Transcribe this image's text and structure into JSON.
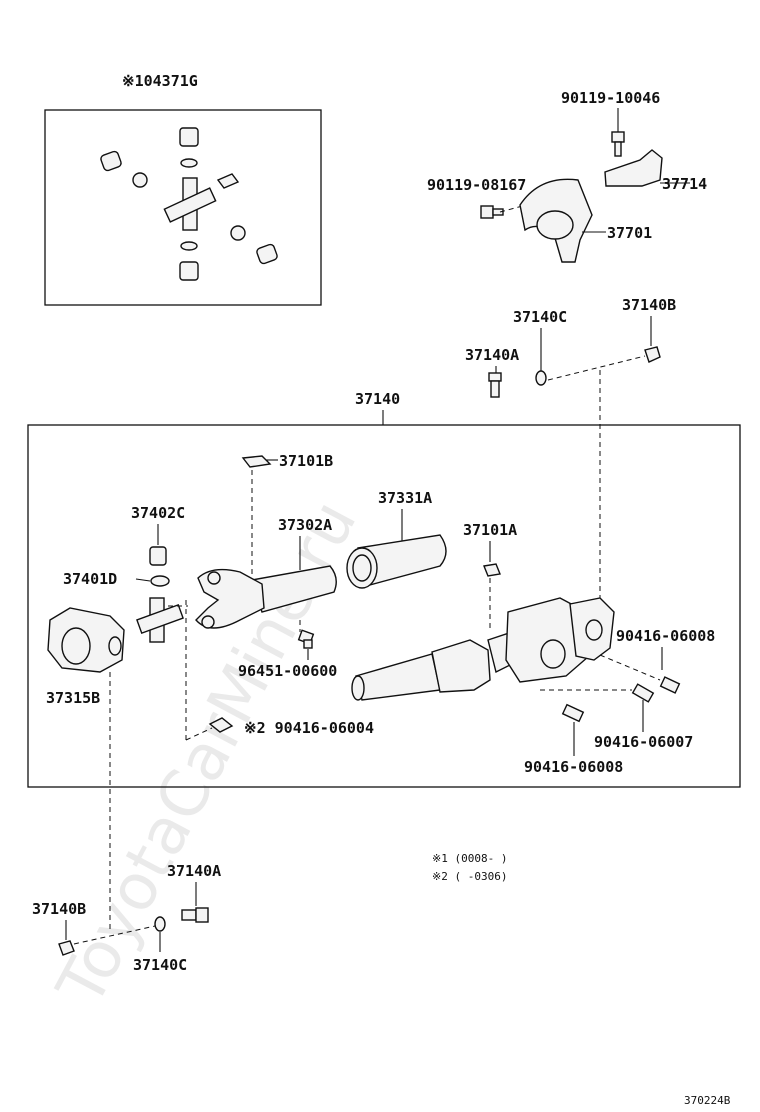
{
  "watermark": "ToyotaCarMine.ru",
  "labels": {
    "kit": "※104371G",
    "bolt_top": "90119-10046",
    "bolt_left": "90119-08167",
    "bracket": "37714",
    "bearing": "37701",
    "p37140c_top": "37140C",
    "p37140b_top": "37140B",
    "p37140a_top": "37140A",
    "shaft_assy": "37140",
    "p37101b": "37101B",
    "p37331a": "37331A",
    "p37402c": "37402C",
    "p37302a": "37302A",
    "p37101a": "37101A",
    "p37401d": "37401D",
    "p90416_06008_r": "90416-06008",
    "p96451": "96451-00600",
    "p37315b": "37315B",
    "p90416_06004": "※2 90416-06004",
    "p90416_06007": "90416-06007",
    "p90416_06008_b": "90416-06008",
    "p37140a_bot": "37140A",
    "p37140b_bot": "37140B",
    "p37140c_bot": "37140C"
  },
  "notes": {
    "n1": "※1 (0008-      )",
    "n2": "※2 (      -0306)"
  },
  "figure_code": "370224B"
}
